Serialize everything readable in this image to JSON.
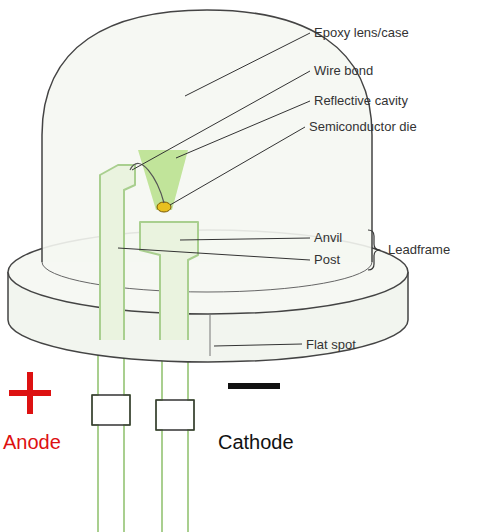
{
  "diagram": {
    "labels": [
      "Epoxy lens/case",
      "Wire bond",
      "Reflective cavity",
      "Semiconductor die",
      "Anvil",
      "Post",
      "Leadframe",
      "Flat spot",
      "Anode",
      "Cathode"
    ]
  }
}
